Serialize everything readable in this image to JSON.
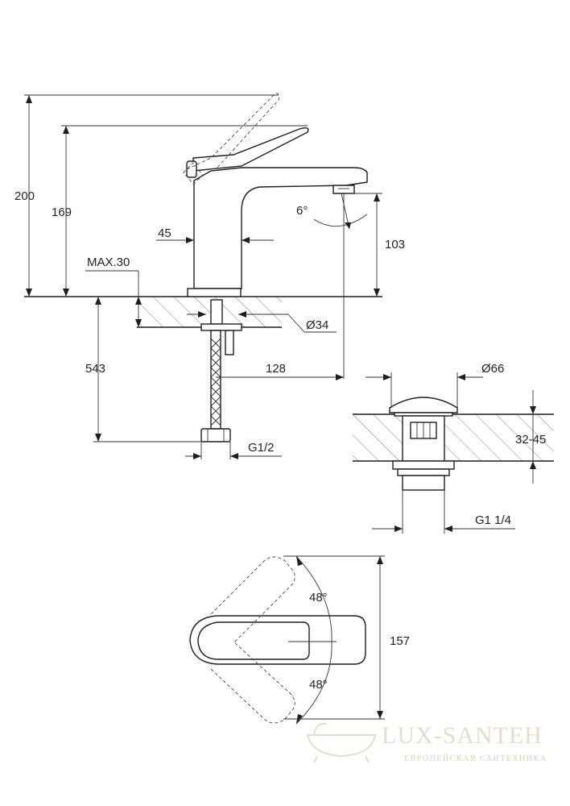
{
  "labels": {
    "dim_200": "200",
    "dim_169": "169",
    "dim_45": "45",
    "dim_max30": "MAX.30",
    "dim_6deg": "6°",
    "dim_103": "103",
    "dim_d34": "Ø34",
    "dim_543": "543",
    "dim_128": "128",
    "dim_g12": "G1/2",
    "dim_d66": "Ø66",
    "dim_3245": "32-45",
    "dim_g114": "G1 1/4",
    "dim_48_top": "48°",
    "dim_48_bottom": "48°",
    "dim_157": "157"
  },
  "watermark": {
    "title": "LUX-SANTEH",
    "subtitle": "ЕВРОПЕЙСКАЯ САНТЕХНИКА"
  }
}
